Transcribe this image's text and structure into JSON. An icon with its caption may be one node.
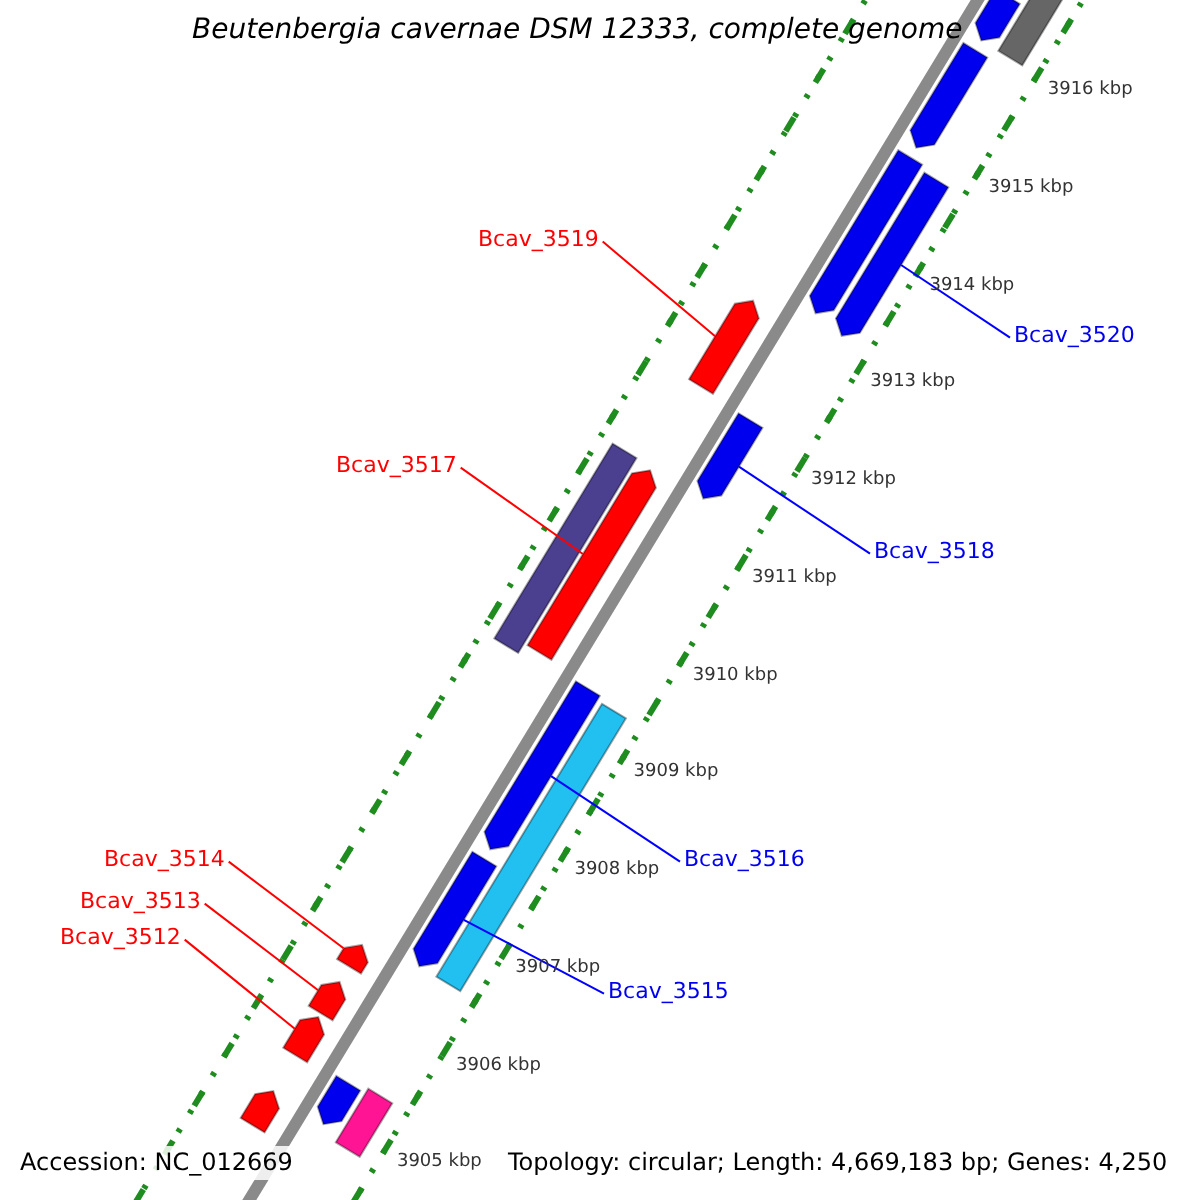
{
  "diagram": {
    "title": "Beutenbergia cavernae DSM 12333, complete genome",
    "nodes": [
      {
        "text": [
          "Bcav_3519"
        ]
      },
      {
        "text": [
          "Bcav_3520"
        ]
      },
      {
        "text": [
          "Bcav_3517"
        ]
      },
      {
        "text": [
          "Bcav_3518"
        ]
      },
      {
        "text": [
          "Bcav_3514"
        ]
      },
      {
        "text": [
          "Bcav_3516"
        ]
      },
      {
        "text": [
          "Bcav_3513"
        ]
      },
      {
        "text": [
          "Bcav_3512"
        ]
      },
      {
        "text": [
          "Bcav_3515"
        ]
      },
      {
        "text": [],
        "shape": "bar"
      },
      {
        "text": [],
        "shape": "box"
      },
      {
        "text": [],
        "shape": "bar"
      },
      {
        "text": [],
        "shape": "bar"
      },
      {
        "text": [],
        "shape": "bar"
      },
      {
        "text": [],
        "shape": "bar"
      },
      {
        "text": [],
        "shape": "bar"
      },
      {
        "text": [],
        "shape": "box"
      },
      {
        "text": [],
        "shape": "bar"
      },
      {
        "text": [],
        "shape": "bar"
      },
      {
        "text": [],
        "shape": "box"
      },
      {
        "text": [],
        "shape": "bar"
      },
      {
        "text": [],
        "shape": "bar"
      },
      {
        "text": [],
        "shape": "bar"
      },
      {
        "text": [],
        "shape": "bar"
      },
      {
        "text": [],
        "shape": "bar"
      },
      {
        "text": [],
        "shape": "box"
      },
      {
        "text": [],
        "shape": "bar"
      }
    ],
    "edges": [
      {
        "from": 0,
        "to": 14,
        "arrow": "none"
      },
      {
        "from": 1,
        "to": 13,
        "arrow": "none",
        "color": "#0000ff"
      },
      {
        "from": 2,
        "to": 17,
        "arrow": "none"
      },
      {
        "from": 3,
        "to": 15,
        "arrow": "none",
        "color": "#0000ff"
      },
      {
        "from": 4,
        "to": 21,
        "arrow": "none"
      },
      {
        "from": 5,
        "to": 18,
        "arrow": "none",
        "color": "#0000ff"
      },
      {
        "from": 6,
        "to": 22,
        "arrow": "none"
      },
      {
        "from": 7,
        "to": 23,
        "arrow": "none"
      },
      {
        "from": 8,
        "to": 20,
        "arrow": "none",
        "color": "#0000ff"
      }
    ],
    "labels": [
      "3916 kbp",
      "3915 kbp",
      "3914 kbp",
      "3913 kbp",
      "3912 kbp",
      "3911 kbp",
      "3910 kbp",
      "3909 kbp",
      "3908 kbp",
      "3907 kbp",
      "3906 kbp",
      "3905 kbp",
      "Accession: NC_012669",
      "Topology: circular; Length: 4,669,183 bp; Genes: 4,250"
    ]
  }
}
